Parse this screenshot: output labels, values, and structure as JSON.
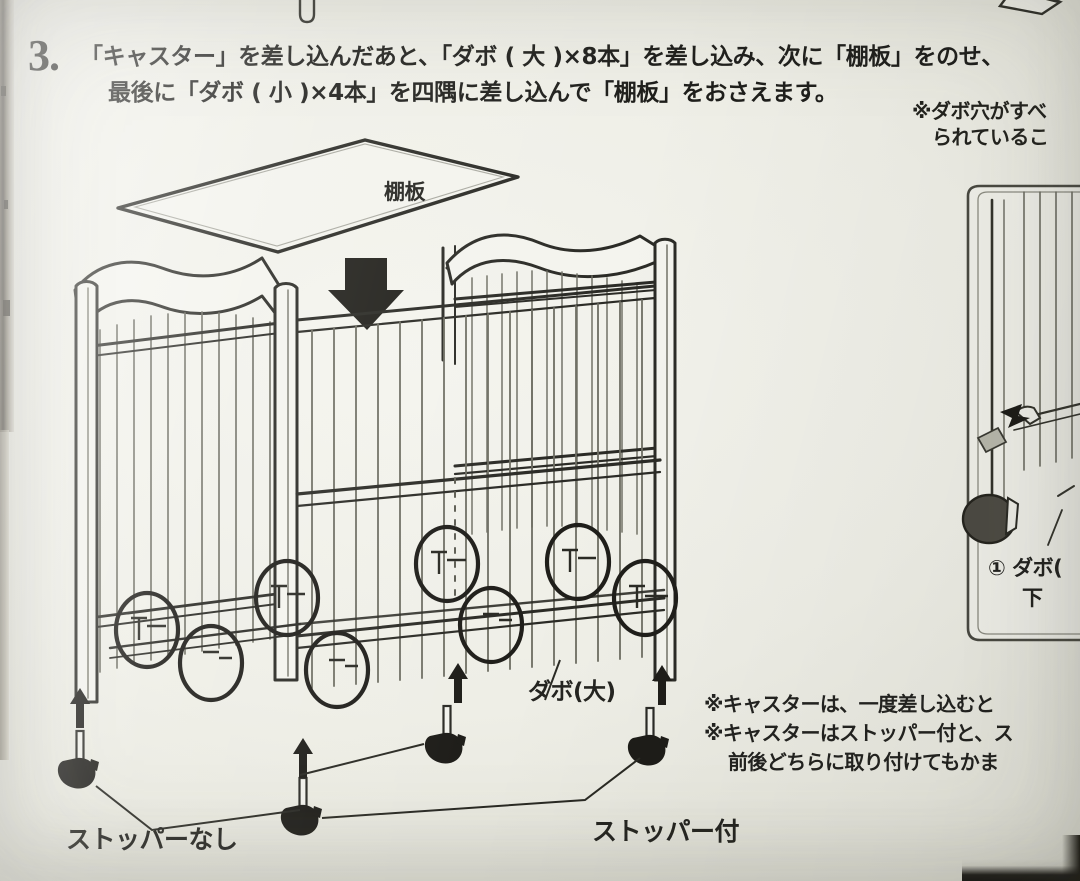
{
  "document": {
    "type": "assembly-instruction-page",
    "language": "ja"
  },
  "header": {
    "step_number": "3.",
    "line1": "「キャスター」を差し込んだあと、「ダボ ( 大 )×8本」を差し込み、次に「棚板」をのせ、",
    "line2": "最後に「ダボ ( 小 )×4本」を四隅に差し込んで「棚板」をおさえます。",
    "note_line1": "※ダボ穴がすべ",
    "note_line2": "られているこ"
  },
  "illustration": {
    "shelf_label": "棚板",
    "dowel_label": "ダボ(大)",
    "caster_no_stopper_label": "ストッパーなし",
    "caster_stopper_label": "ストッパー付",
    "down_arrow": "down-arrow-icon",
    "up_arrows_count": 4,
    "dowel_circles_count": 8
  },
  "inset": {
    "label_line1": "① ダボ(",
    "label_line2": "下"
  },
  "notes": {
    "line1": "※キャスターは、一度差し込むと",
    "line2": "※キャスターはストッパー付と、ス",
    "line3": "前後どちらに取り付けてもかま"
  },
  "colors": {
    "paper": "#eeeee6",
    "ink": "#232320",
    "line": "#3a3a34",
    "dark_edge": "#4a453c"
  }
}
